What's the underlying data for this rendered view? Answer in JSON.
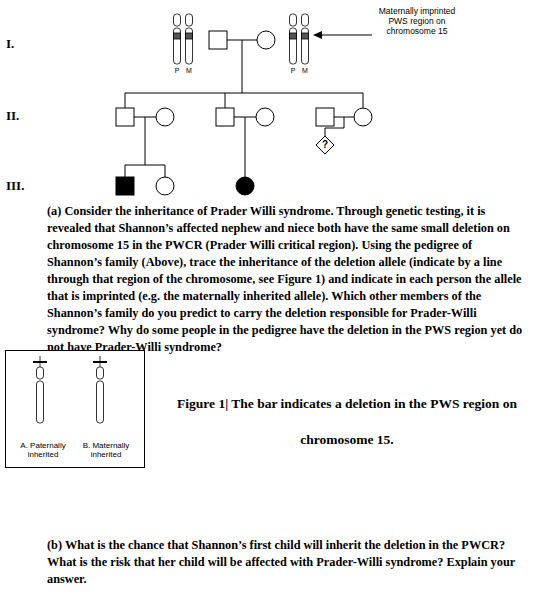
{
  "diagram": {
    "caption": "Figure 1| The bar indicates a deletion in the PWS region on chromosome 15.",
    "nodes": [
      {
        "text": [
          "?"
        ]
      },
      {
        "text": [
          "A. Paternally inherited",
          "B. Maternally inherited"
        ]
      }
    ],
    "labels": [
      "I.",
      "II.",
      "III.",
      "P",
      "M",
      "P",
      "M",
      "Maternally imprinted PWS region on chromosome 15",
      "(a) Consider the inheritance of Prader Willi syndrome. Through genetic testing, it is revealed that Shannon’s affected nephew and niece both have the same small deletion on chromosome 15 in the PWCR (Prader Willi critical region). Using the pedigree of Shannon’s family (Above), trace the inheritance of the deletion allele (indicate by a line through that region of the chromosome, see Figure 1) and indicate in each person the allele that is imprinted (e.g. the maternally inherited allele). Which other members of the Shannon’s family do you predict to carry the deletion responsible for Prader-Willi syndrome? Why do some people in the pedigree have the deletion in the PWS region yet do not have Prader-Willi syndrome?",
      "(b) What is the chance that Shannon’s first child will inherit the deletion in the PWCR? What is the risk that her child will be affected with Prader-Willi syndrome? Explain your answer."
    ]
  }
}
